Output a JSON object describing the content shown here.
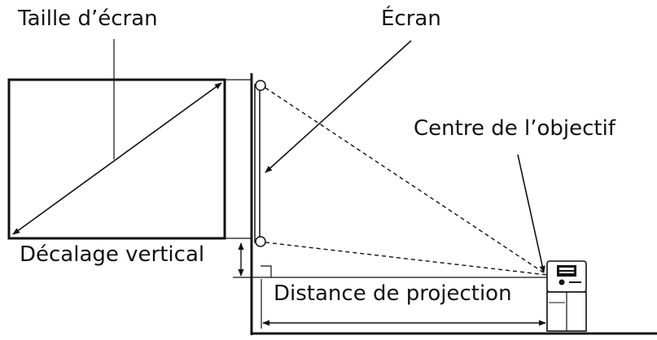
{
  "labels": {
    "screen_size": "Taille d’écran",
    "screen": "Écran",
    "lens_center": "Centre de l’objectif",
    "vertical_offset": "Décalage vertical",
    "projection_distance": "Distance de projection"
  },
  "colors": {
    "line": "#111111",
    "background": "#ffffff"
  }
}
